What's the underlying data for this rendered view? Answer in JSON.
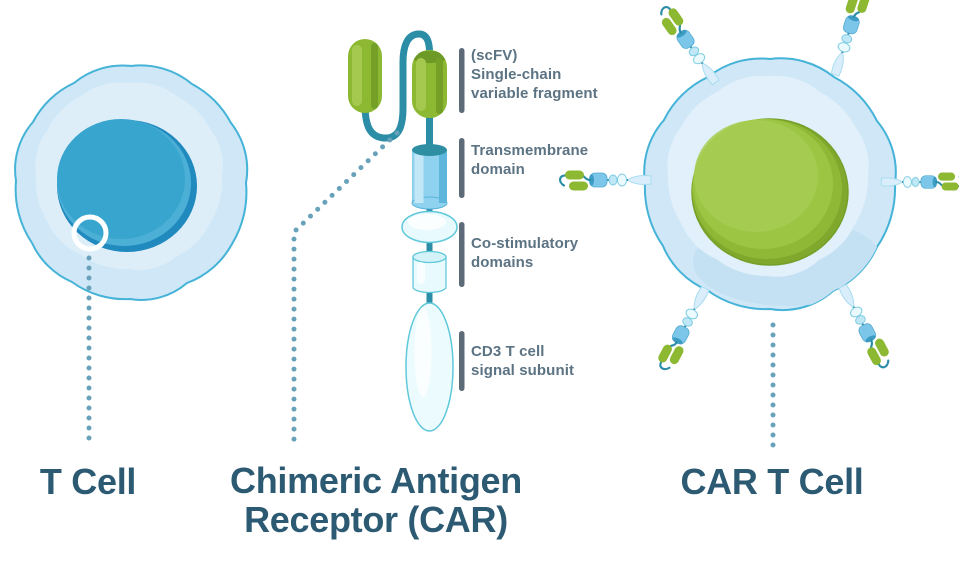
{
  "palette": {
    "green": "#8cb832",
    "green_light": "#a5c94f",
    "green_dark": "#74a028",
    "teal": "#2b8da6",
    "blue_cylinder": "#8fd2ef",
    "cyan_light": "#e8fafd",
    "cyan_stroke": "#5fc8da",
    "cell_fill": "#cfe7f6",
    "cell_inner": "#ddeef9",
    "cell_stroke": "#44b3d7",
    "nucleus_blue": "#38a5ce",
    "nucleus_blue_mid": "#4cafd5",
    "nucleus_blue_dark": "#2089be",
    "nucleus_green": "#9dc544",
    "nucleus_green_mid": "#8fb836",
    "nucleus_green_dark": "#7fa82c",
    "bar": "#5d6b79",
    "annotation_text": "#5c7383",
    "title_text": "#2c5a73",
    "dots": "#68a2ba"
  },
  "cells": {
    "t_cell": {
      "label": "T Cell"
    },
    "car_t_cell": {
      "label": "CAR T Cell"
    }
  },
  "car": {
    "title": [
      "Chimeric Antigen",
      "Receptor (CAR)"
    ],
    "annotations": {
      "scfv": [
        "(scFV)",
        "Single-chain",
        "variable fragment"
      ],
      "transmembrane": [
        "Transmembrane",
        "domain"
      ],
      "costimulatory": [
        "Co-stimulatory",
        "domains"
      ],
      "cd3": [
        "CD3 T cell",
        "signal subunit"
      ]
    }
  }
}
